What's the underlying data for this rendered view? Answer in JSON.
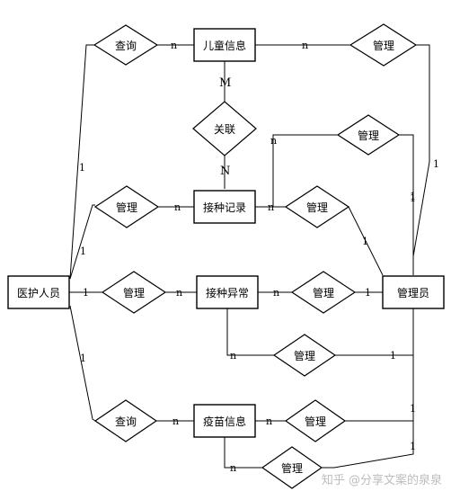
{
  "entities": {
    "children_info": "儿童信息",
    "vaccination_record": "接种记录",
    "vaccination_abnormal": "接种异常",
    "vaccine_info": "疫苗信息",
    "medical_staff": "医护人员",
    "administrator": "管理员"
  },
  "relationships": {
    "query_children": "查询",
    "manage_children": "管理",
    "associate": "关联",
    "manage_record_admin": "管理",
    "manage_record_staff": "管理",
    "manage_record_2": "管理",
    "manage_abnormal_staff": "管理",
    "manage_abnormal_admin": "管理",
    "manage_abnormal_2": "管理",
    "query_vaccine": "查询",
    "manage_vaccine_admin": "管理",
    "manage_vaccine_2": "管理"
  },
  "cardinalities": {
    "c1": "n",
    "c2": "n",
    "c3": "1",
    "c4": "M",
    "c5": "N",
    "c6": "n",
    "c7": "1",
    "c8": "n",
    "c9": "n",
    "c10": "1",
    "c11": "1",
    "c12": "n",
    "c13": "1",
    "c14": "n",
    "c15": "1",
    "c16": "1",
    "c17": "n",
    "c18": "1",
    "c19": "n",
    "c20": "1",
    "c21": "1",
    "c22": "n",
    "c23": "1",
    "c24": "n",
    "c25": "1"
  },
  "watermark": "知乎 @分享文案的泉泉"
}
